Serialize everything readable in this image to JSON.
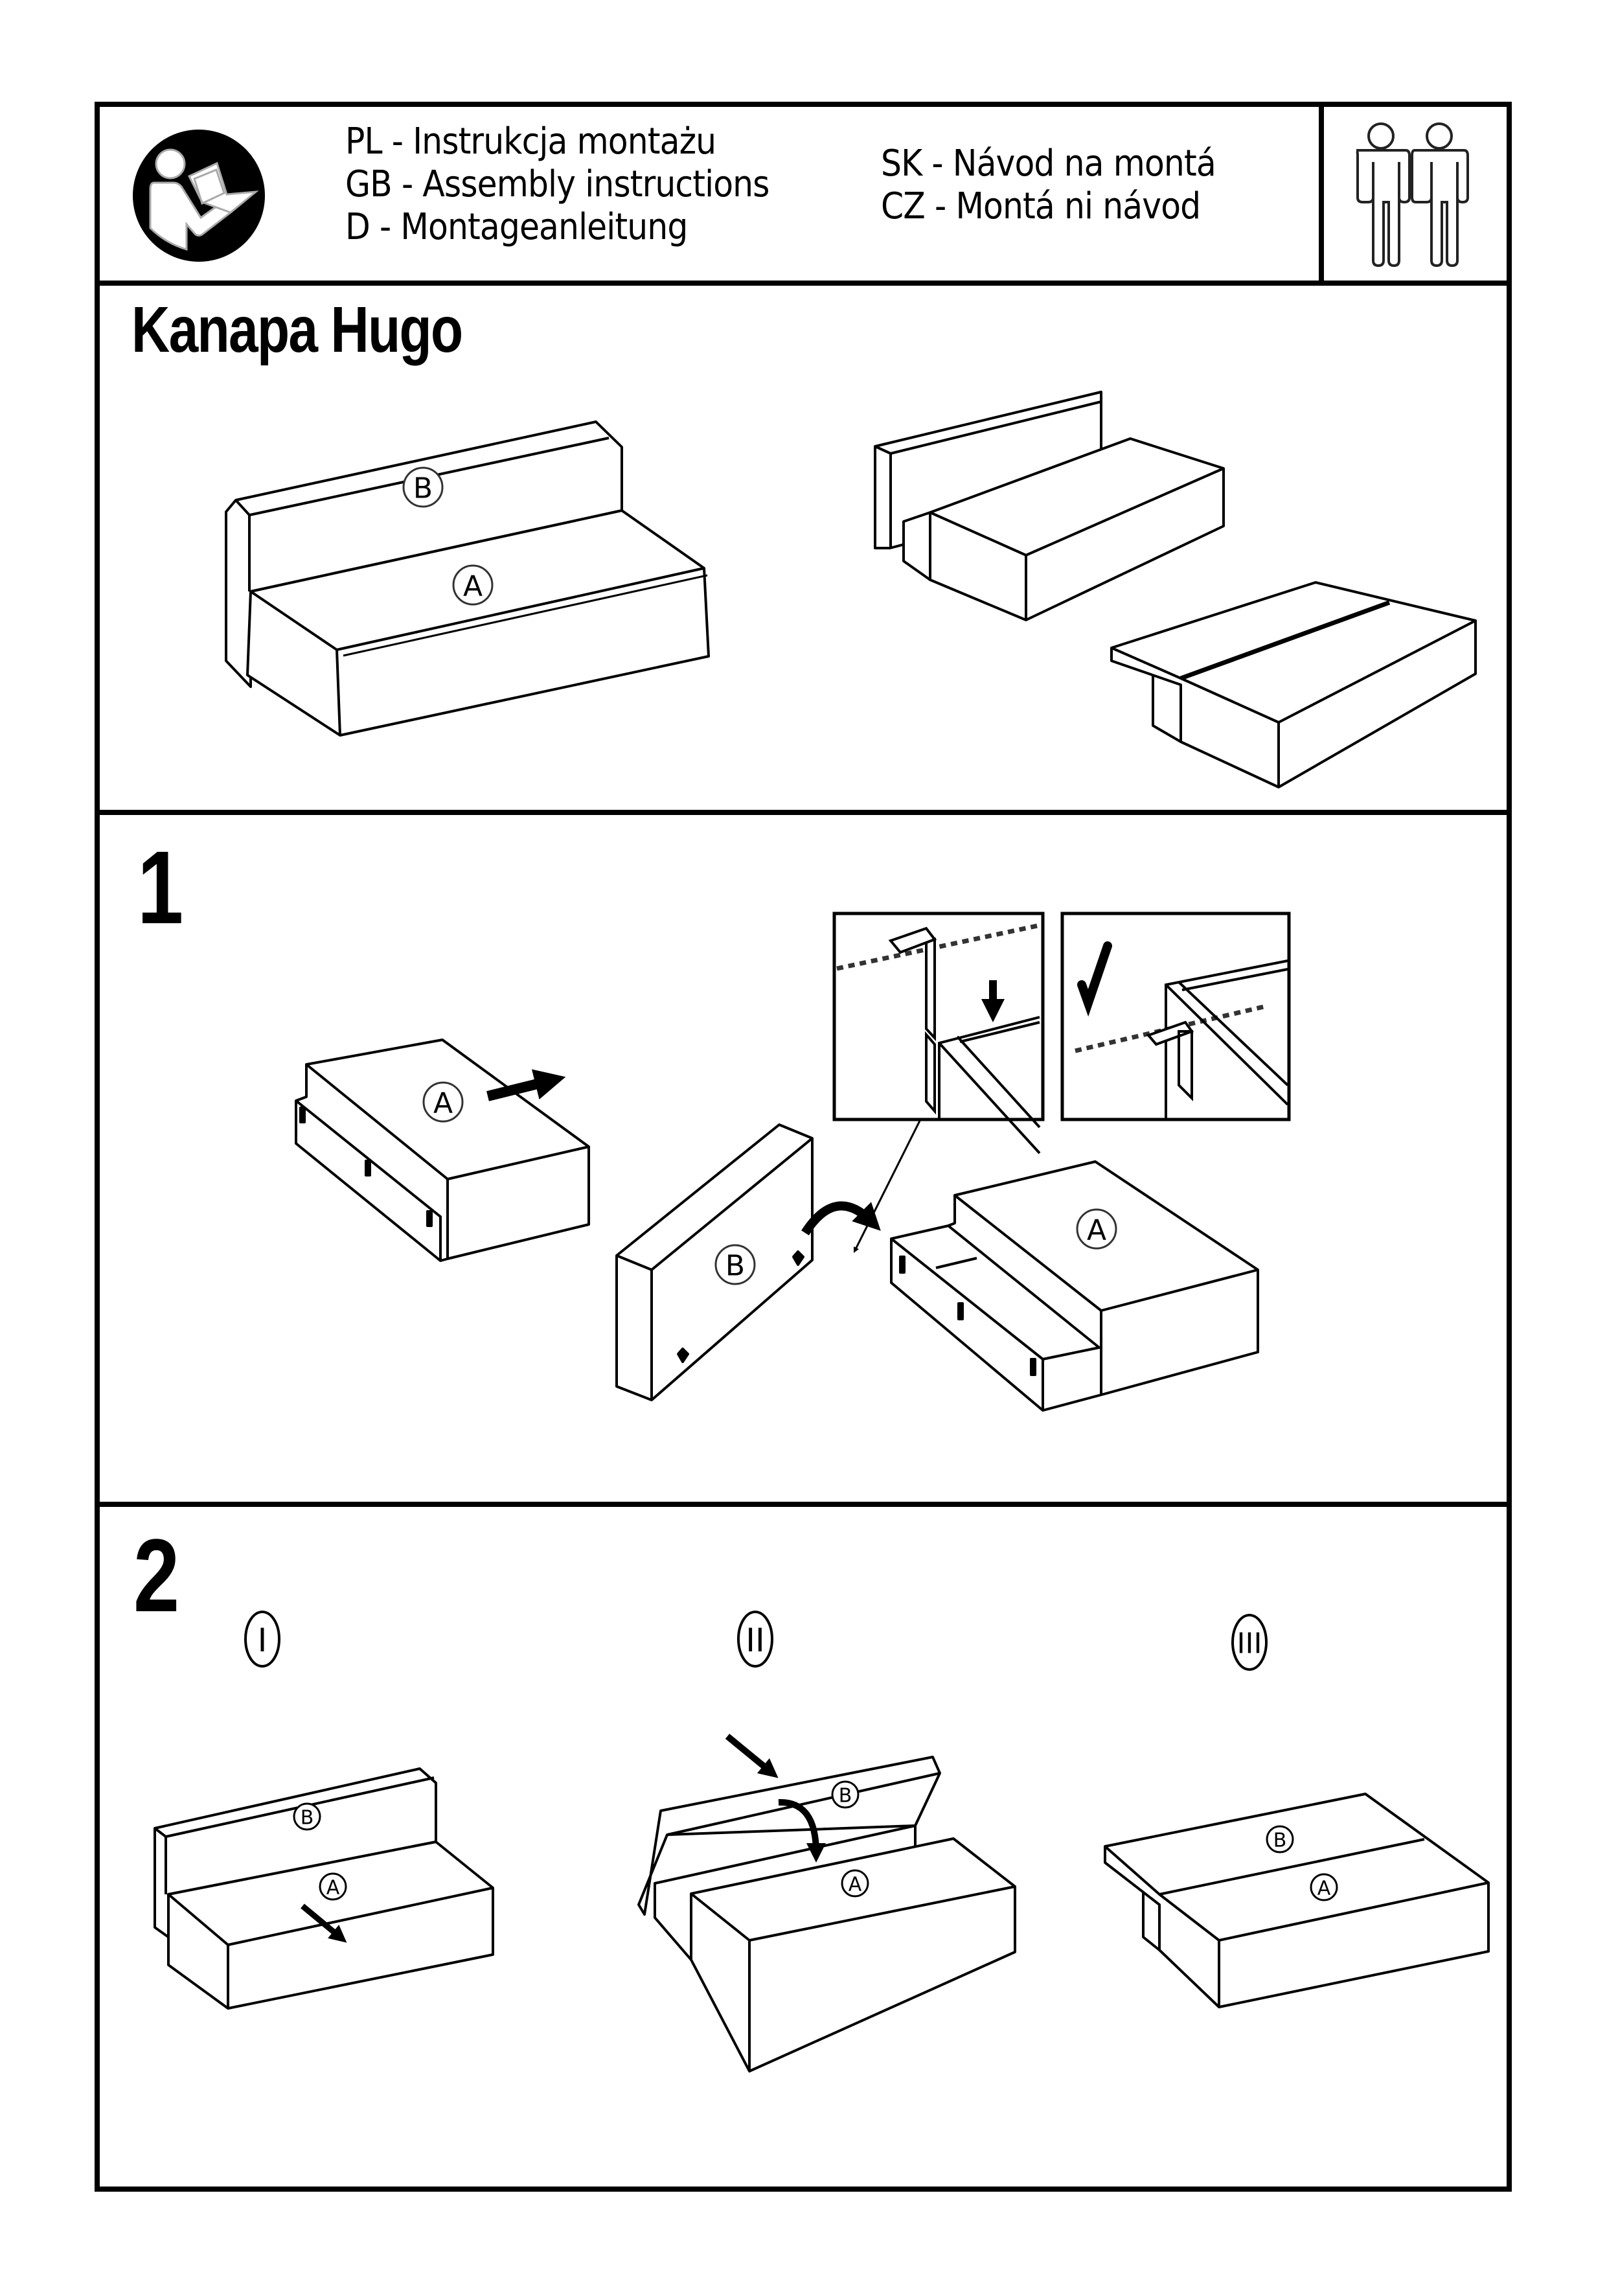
{
  "header": {
    "languages_left": [
      "PL - Instrukcja montażu",
      "GB - Assembly instructions",
      "D - Montageanleitung"
    ],
    "languages_right": [
      "SK - Návod na montá",
      "CZ - Montá ni návod"
    ],
    "read_manual_icon": "read-manual-icon",
    "people_icon": "two-persons-icon"
  },
  "product": {
    "title": "Kanapa Hugo",
    "part_labels": {
      "a": "A",
      "b": "B"
    }
  },
  "steps": [
    {
      "number": "1",
      "detail_check_icon": "checkmark-icon"
    },
    {
      "number": "2",
      "substeps": [
        "I",
        "II",
        "III"
      ]
    }
  ]
}
